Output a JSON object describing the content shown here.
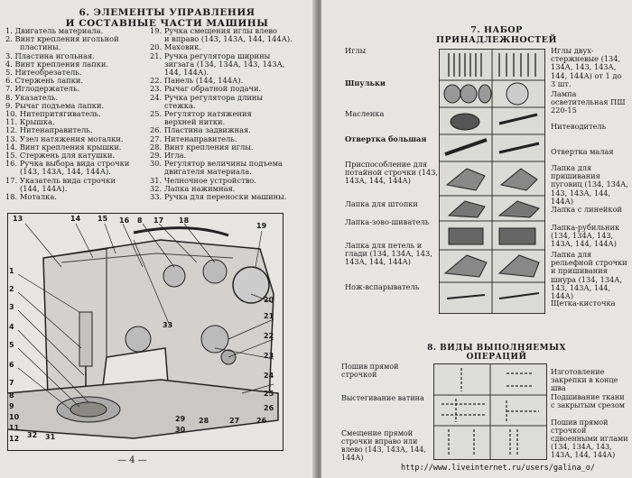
{
  "left_page": {
    "section_title_1": "6. ЭЛЕМЕНТЫ УПРАВЛЕНИЯ",
    "section_title_2": "И СОСТАВНЫЕ ЧАСТИ МАШИНЫ",
    "parts_col1": [
      "1. Двигатель материала.",
      "2. Винт крепления игольной",
      "   пластины.",
      "3. Пластина игольная.",
      "4. Винт крепления лапки.",
      "5. Нитеобрезатель.",
      "6. Стержень лапки.",
      "7. Иглодержатель.",
      "8. Указатель.",
      "9. Рычаг подъема лапки.",
      "10. Нитепритягиватель.",
      "11. Крышка.",
      "12. Нитенаправитель.",
      "13. Узел натяжения моталки.",
      "14. Винт крепления крышки.",
      "15. Стержень для катушки.",
      "16. Ручка выбора вида строчки",
      "   (143, 143А, 144, 144А).",
      "17. Указатель вида строчки",
      "   (144, 144А).",
      "18. Моталка."
    ],
    "parts_col2": [
      "19. Ручка смещения иглы влево",
      "   и вправо (143, 143А, 144, 144А).",
      "20. Маховик.",
      "21. Ручка регулятора ширины",
      "   зигзага (134, 134А, 143, 143А,",
      "   144, 144А).",
      "22. Панель (144, 144А).",
      "23. Рычаг обратной подачи.",
      "24. Ручка регулятора длины",
      "   стежка.",
      "25. Регулятор натяжения",
      "   верхней нитки.",
      "26. Пластина задвижная.",
      "27. Нитенаправитель.",
      "28. Винт крепления иглы.",
      "29. Игла.",
      "30. Регулятор величины подъема",
      "   двигателя материала.",
      "31. Челночное устройство.",
      "32. Лапка нажимная.",
      "33. Ручка для переноски машины."
    ],
    "callouts": [
      "13",
      "14",
      "15",
      "16",
      "8",
      "17",
      "18",
      "19",
      "1",
      "20",
      "2",
      "21",
      "3",
      "22",
      "4",
      "23",
      "5",
      "24",
      "6",
      "25",
      "7",
      "26",
      "8",
      "9",
      "10",
      "11",
      "12",
      "32",
      "31",
      "33",
      "29",
      "30",
      "28",
      "27",
      "26"
    ],
    "page_number": "— 4 —"
  },
  "right_page": {
    "section_title": "7. НАБОР ПРИНАДЛЕЖНОСТЕЙ",
    "acc_left": [
      "Иглы",
      "Шпульки",
      "Масленка",
      "Отвертка большая",
      "Приспособление для потайной строчки (143, 143А, 144, 144А)",
      "Лапка для штопки",
      "Лапка-зово-шиватель",
      "Лапка для петель и глади (134, 134А, 143, 143А, 144, 144А)",
      "Нож-вспарыватель"
    ],
    "acc_right": [
      "Иглы двух-стержневые (134, 134А, 143, 143А, 144, 144А) от 1 до 3 шт.",
      "Лампа осветительная ПШ 220-15",
      "Нитеводитель",
      "Отвертка малая",
      "Лапка для пришивания пуговиц (134, 134А, 143, 143А, 144, 144А)",
      "Лапка с линейкой",
      "Лапка-рубильник (134, 134А, 143, 143А, 144, 144А)",
      "Лапка для рельефной строчки и пришивания шнура (134, 134А, 143, 143А, 144, 144А)",
      "Щетка-кисточка"
    ],
    "ops_title": "8. ВИДЫ ВЫПОЛНЯЕМЫХ ОПЕРАЦИЙ",
    "ops_left": [
      "Пошив прямой строчкой",
      "Выстегивание ватина",
      "Смещение прямой строчки вправо или влево (143, 143А, 144, 144А)"
    ],
    "ops_right": [
      "Изготовление закрепки в конце шва",
      "Подшивание ткани с закрытым срезом",
      "Пошив прямой строчкой сдвоенными иглами (134, 134А, 143, 143А, 144, 144А)"
    ],
    "watermark_url": "http://www.liveinternet.ru/users/galina_o/"
  }
}
